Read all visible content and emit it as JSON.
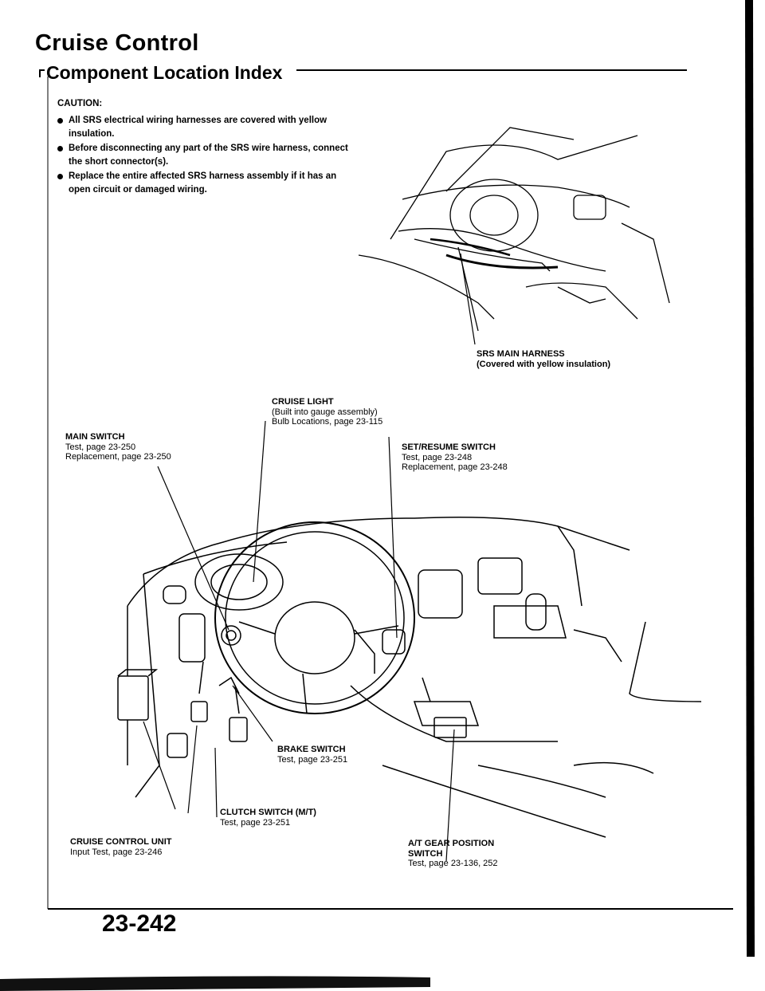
{
  "page": {
    "title": "Cruise Control",
    "section_title": "Component Location Index",
    "page_number": "23-242"
  },
  "caution": {
    "heading": "CAUTION:",
    "items": [
      "All SRS electrical wiring harnesses are covered with yellow insulation.",
      "Before disconnecting any part of the SRS wire harness, connect the short connector(s).",
      "Replace the entire affected SRS harness assembly if it has an open circuit or damaged wiring."
    ]
  },
  "callouts": {
    "srs_harness": {
      "name": "SRS MAIN HARNESS",
      "line1": "(Covered with yellow insulation)"
    },
    "cruise_light": {
      "name": "CRUISE LIGHT",
      "line1": "(Built into gauge assembly)",
      "line2": "Bulb Locations, page 23-115"
    },
    "main_switch": {
      "name": "MAIN SWITCH",
      "line1": "Test, page 23-250",
      "line2": "Replacement, page 23-250"
    },
    "set_resume": {
      "name": "SET/RESUME SWITCH",
      "line1": "Test, page 23-248",
      "line2": "Replacement, page 23-248"
    },
    "brake_switch": {
      "name": "BRAKE SWITCH",
      "line1": "Test, page 23-251"
    },
    "clutch_switch": {
      "name": "CLUTCH SWITCH (M/T)",
      "line1": "Test, page 23-251"
    },
    "control_unit": {
      "name": "CRUISE CONTROL UNIT",
      "line1": "Input Test, page 23-246"
    },
    "at_gear": {
      "name": "A/T GEAR POSITION",
      "name2": "SWITCH",
      "line1": "Test, page 23-136, 252"
    }
  }
}
